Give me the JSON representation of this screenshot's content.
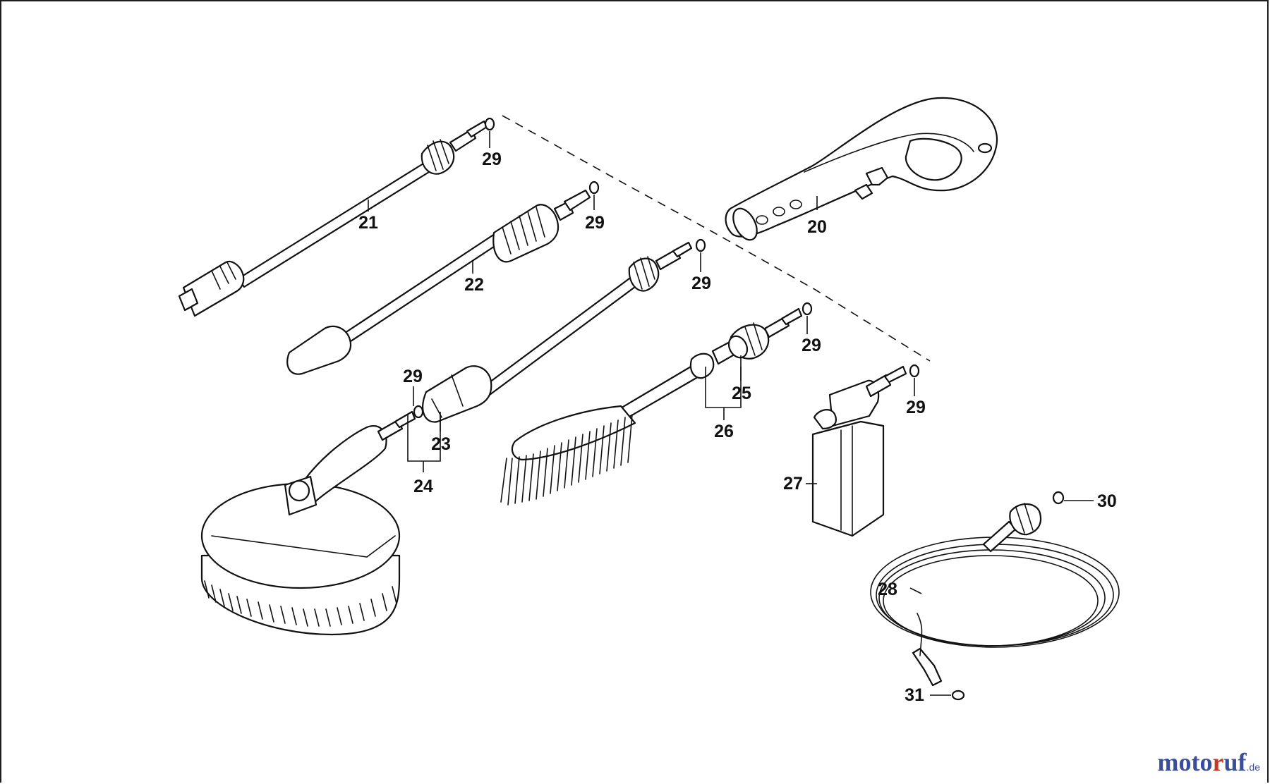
{
  "callouts": {
    "c20": "20",
    "c21": "21",
    "c22": "22",
    "c23": "23",
    "c24": "24",
    "c25": "25",
    "c26": "26",
    "c27": "27",
    "c28": "28",
    "c29a": "29",
    "c29b": "29",
    "c29c": "29",
    "c29d": "29",
    "c29e": "29",
    "c29f": "29",
    "c30": "30",
    "c31": "31"
  },
  "brand": {
    "part1": "moto",
    "part2": "r",
    "part3": "uf",
    "tld": ".de"
  },
  "colors": {
    "line": "#111111",
    "brand_blue": "#3a4e9a",
    "brand_red": "#c0392b"
  }
}
